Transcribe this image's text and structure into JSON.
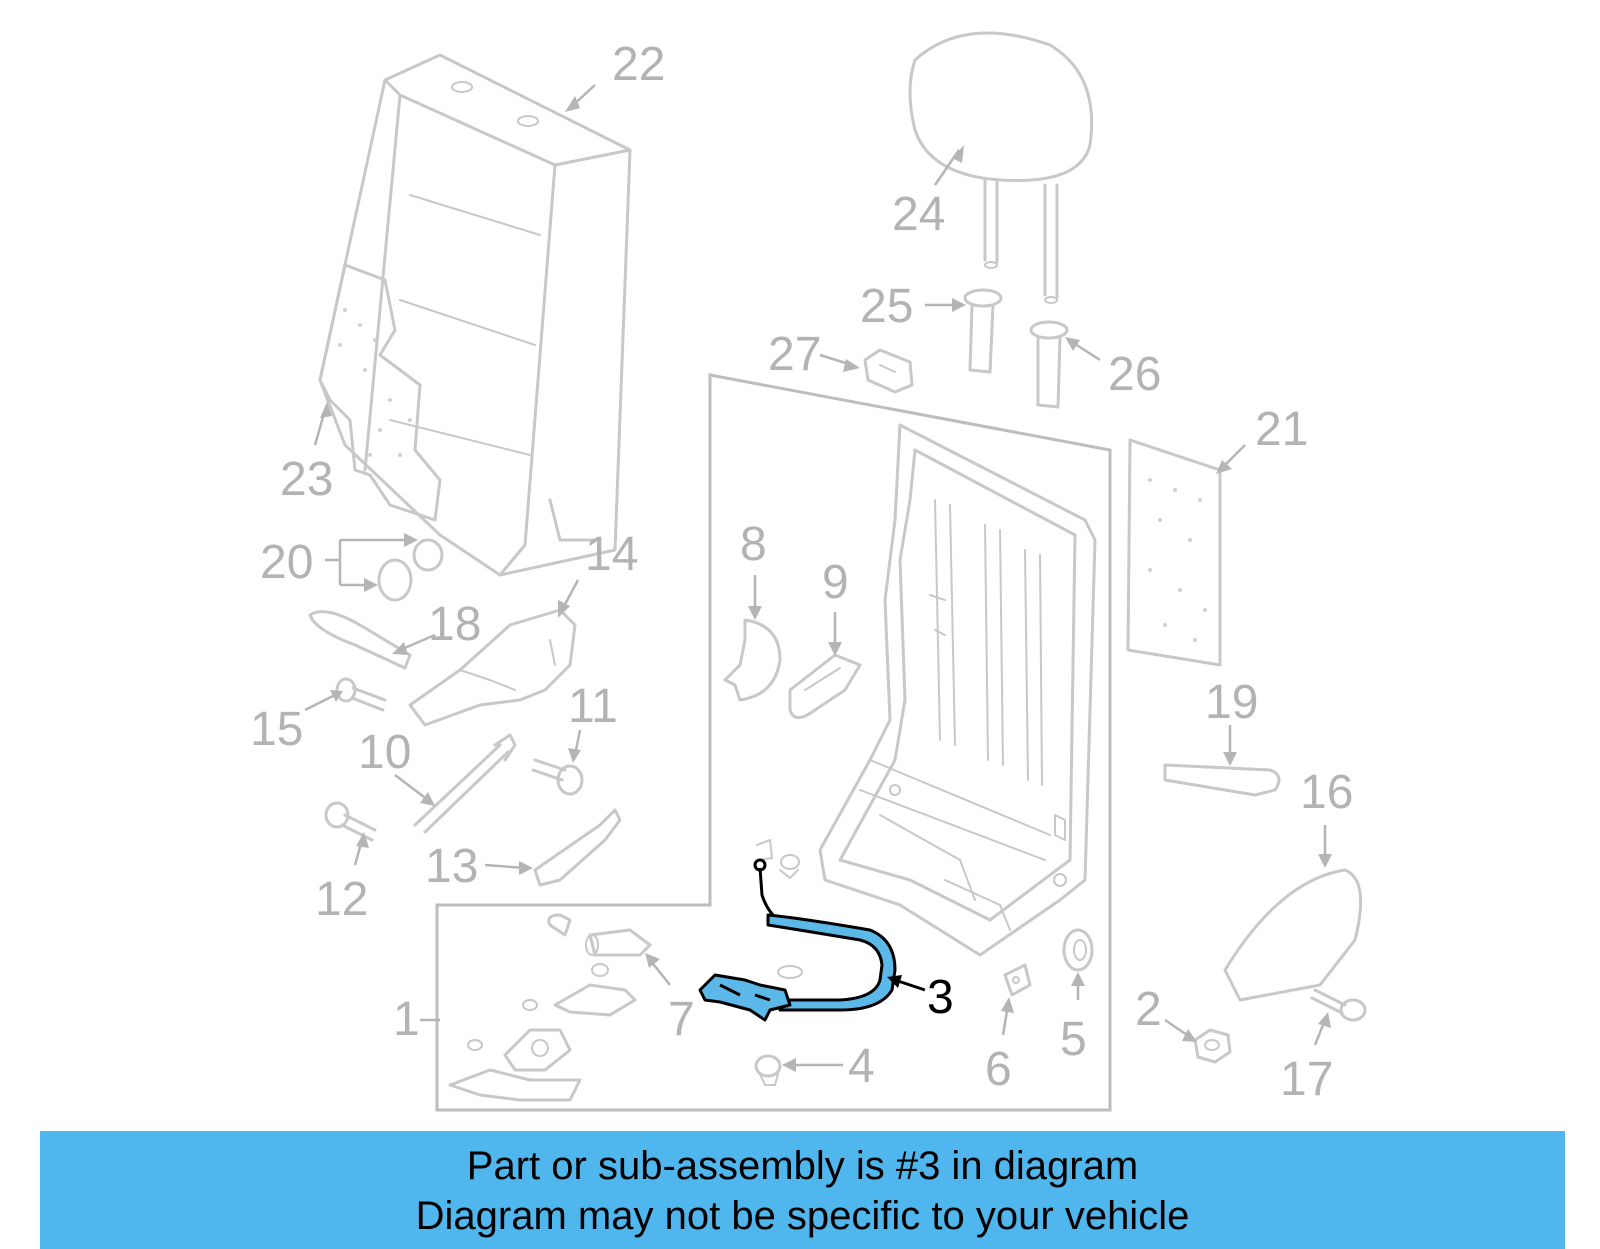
{
  "callouts": {
    "c1": "1",
    "c2": "2",
    "c3": "3",
    "c4": "4",
    "c5": "5",
    "c6": "6",
    "c7": "7",
    "c8": "8",
    "c9": "9",
    "c10": "10",
    "c11": "11",
    "c12": "12",
    "c13": "13",
    "c14": "14",
    "c15": "15",
    "c16": "16",
    "c17": "17",
    "c18": "18",
    "c19": "19",
    "c20": "20",
    "c21": "21",
    "c22": "22",
    "c23": "23",
    "c24": "24",
    "c25": "25",
    "c26": "26",
    "c27": "27"
  },
  "highlighted_part": "3",
  "banner": {
    "line1": "Part or sub-assembly is #3 in diagram",
    "line2": "Diagram may not be specific to your vehicle"
  },
  "colors": {
    "banner_bg": "#4fb6ee",
    "highlight_fill": "#5bb8e8",
    "part_stroke": "#c8c8c8"
  }
}
